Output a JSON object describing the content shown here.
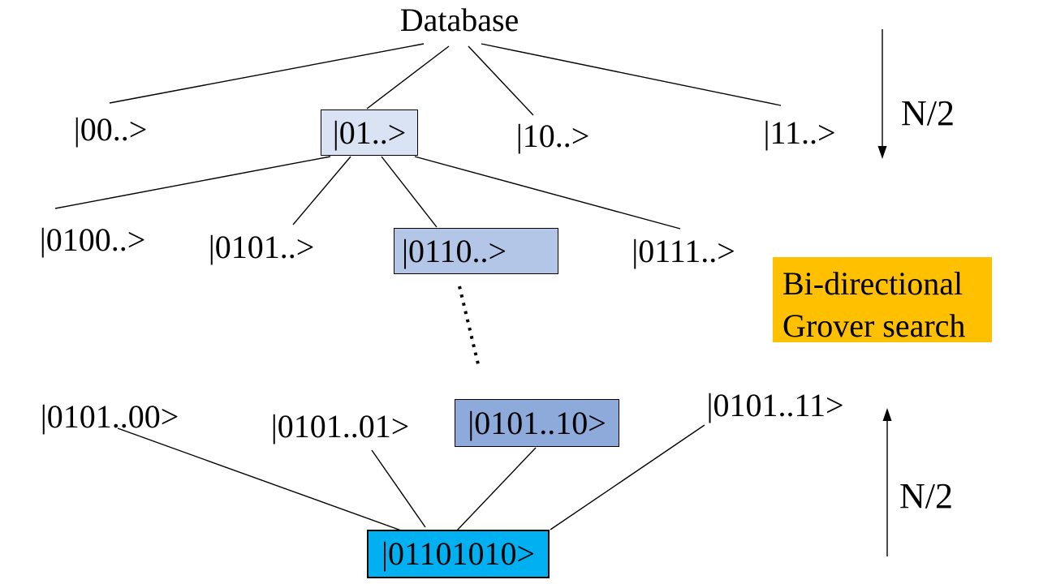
{
  "diagram": {
    "title": "Database",
    "levels": [
      {
        "nodes": [
          "|00..>",
          "|01..>",
          "|10..>",
          "|11..>"
        ],
        "highlighted_node": "|01..>"
      },
      {
        "nodes": [
          "|0100..>",
          "|0101..>",
          "|0110..>",
          "|0111..>"
        ],
        "highlighted_node": "|0110..>"
      },
      {
        "nodes": [
          "|0101..00>",
          "|0101..01>",
          "|0101..10>",
          "|0101..11>"
        ],
        "highlighted_node": "|0101..10>"
      }
    ],
    "result": "|01101010>",
    "callout": {
      "line1": "Bi-directional",
      "line2": "Grover search"
    },
    "arrows": {
      "top_label": "N/2",
      "bottom_label": "N/2"
    }
  },
  "colors": {
    "level1_highlight": "#dae3f3",
    "level2_highlight": "#b4c6e7",
    "level3_highlight": "#8eaadb",
    "result_fill": "#00b0f0",
    "callout_fill": "#ffc000",
    "edge_color": "#000000"
  }
}
